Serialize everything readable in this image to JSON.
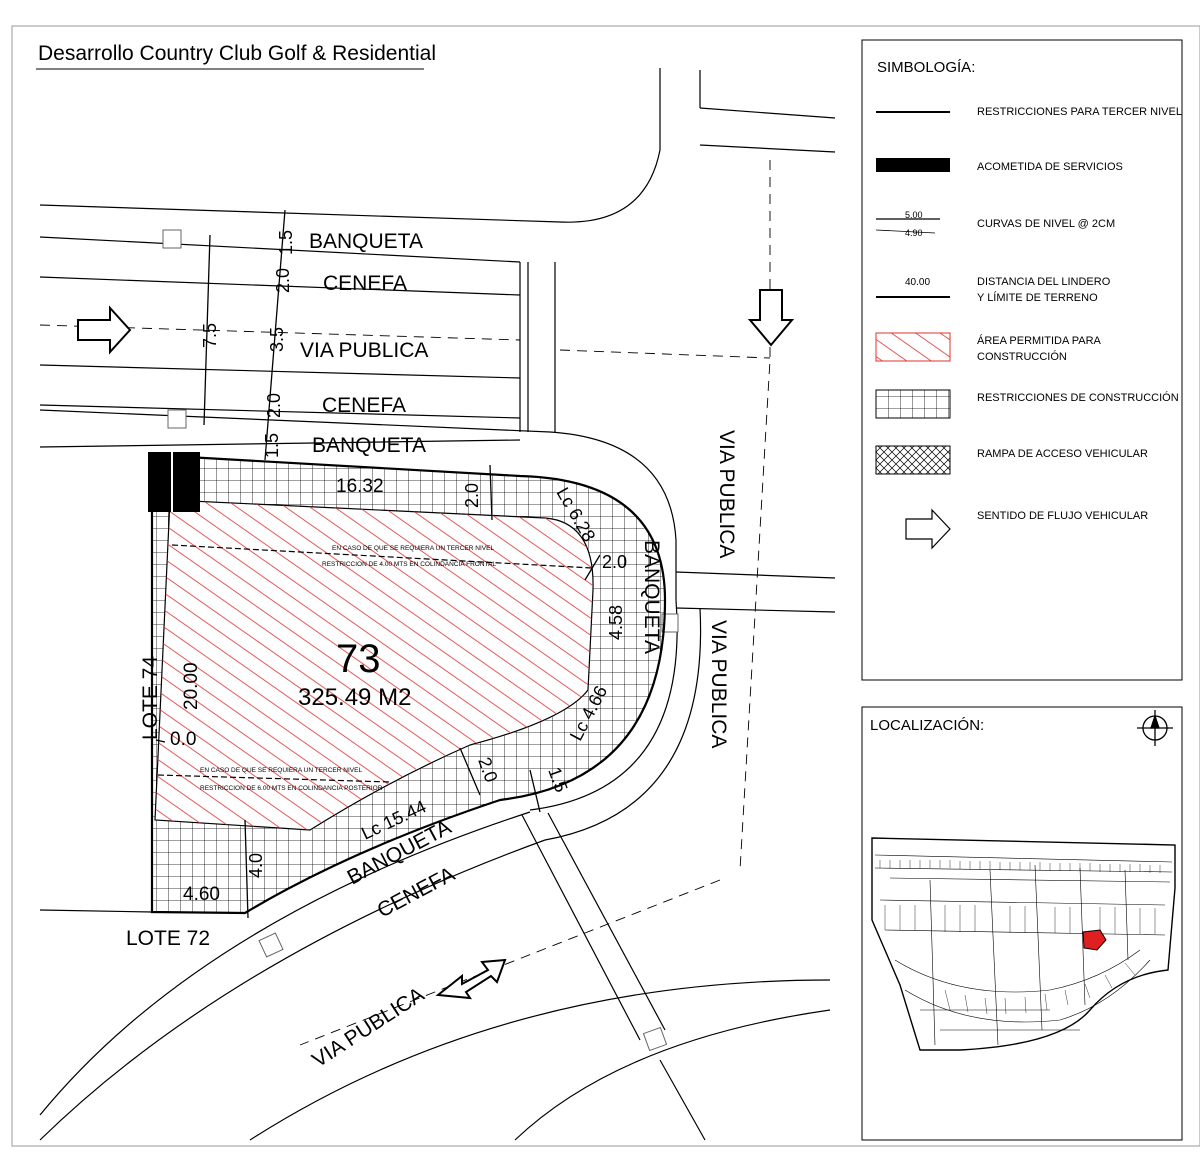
{
  "title": "Desarrollo Country Club Golf & Residential",
  "plan": {
    "lot_number": "73",
    "lot_area": "325.49 M2",
    "streets": {
      "banqueta_top": "BANQUETA",
      "cenefa_top": "CENEFA",
      "via_publica_top": "VIA PUBLICA",
      "cenefa_top2": "CENEFA",
      "banqueta_top2": "BANQUETA",
      "via_publica_right1": "VIA PUBLICA",
      "banqueta_right": "BANQUETA",
      "via_publica_right2": "VIA PUBLICA",
      "banqueta_bottom": "BANQUETA",
      "cenefa_bottom": "CENEFA",
      "via_publica_bottom": "VIA PUBLICA"
    },
    "neighbors": {
      "left": "LOTE 74",
      "bottom": "LOTE 72"
    },
    "dims": {
      "d_1_5_top": "1.5",
      "d_2_0_top": "2.0",
      "d_7_5": "7.5",
      "d_3_5": "3.5",
      "d_2_0_mid": "2.0",
      "d_1_5_mid": "1.5",
      "front": "16.32",
      "setback_front": "2.0",
      "arc_1": "Lc 6.28",
      "side_setback": "2.0",
      "side": "4.58",
      "arc_2": "Lc 4.66",
      "setback_rear": "2.0",
      "d_1_5_bottom": "1.5",
      "arc_3": "Lc 15.44",
      "left_side": "20.00",
      "left_zero": "0.0",
      "rear_setback": "4.0",
      "rear_width": "4.60"
    },
    "notes": {
      "front_line1": "EN CASO DE QUE SE REQUIERA UN TERCER NIVEL",
      "front_line2": "RESTRICCION DE  4.00 MTS EN COLINDANCIA FRONTAL",
      "rear_line1": "EN CASO DE QUE SE REQUIERA UN TERCER NIVEL",
      "rear_line2": "RESTRICCION DE  6.00 MTS EN COLINDANCIA POSTERIOR"
    }
  },
  "legend": {
    "title": "SIMBOLOGÍA:",
    "items": [
      {
        "label": "RESTRICCIONES PARA TERCER NIVEL"
      },
      {
        "label": "ACOMETIDA DE SERVICIOS"
      },
      {
        "label": "CURVAS DE NIVEL @ 2CM",
        "sample1": "5.00",
        "sample2": "4.90"
      },
      {
        "label1": "DISTANCIA DEL LINDERO",
        "label2": "Y LÍMITE DE TERRENO",
        "sample": "40.00"
      },
      {
        "label1": "ÁREA PERMITIDA PARA",
        "label2": "CONSTRUCCIÓN"
      },
      {
        "label": "RESTRICCIONES DE CONSTRUCCIÓN"
      },
      {
        "label": "RAMPA DE ACCESO VEHICULAR"
      },
      {
        "label": "SENTIDO DE FLUJO VEHICULAR"
      }
    ]
  },
  "location": {
    "title": "LOCALIZACIÓN:"
  },
  "colors": {
    "hatch_red": "#e0322c",
    "highlight": "#e02020",
    "line": "#000000"
  }
}
